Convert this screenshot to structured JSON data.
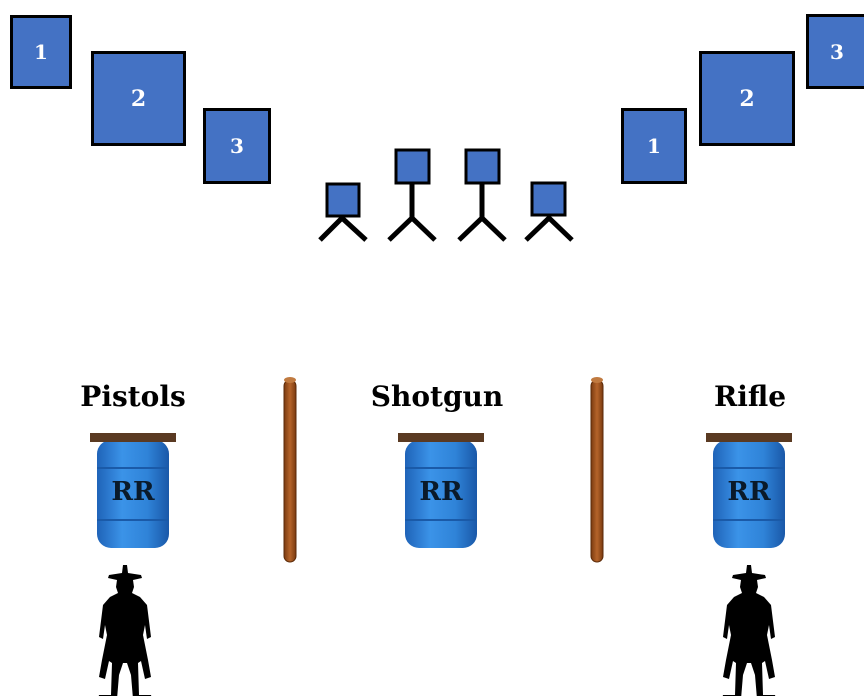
{
  "pistol_targets": [
    {
      "number": "1"
    },
    {
      "number": "2"
    },
    {
      "number": "3"
    }
  ],
  "rifle_targets": [
    {
      "number": "1"
    },
    {
      "number": "2"
    },
    {
      "number": "3"
    }
  ],
  "stations": [
    {
      "label": "Pistols",
      "barrel_mark": "RR"
    },
    {
      "label": "Shotgun",
      "barrel_mark": "RR"
    },
    {
      "label": "Rifle",
      "barrel_mark": "RR"
    }
  ],
  "colors": {
    "target_fill": "#4472c4",
    "barrel": "#2e7fd6",
    "post": "#a0521e",
    "barrel_lid": "#5a3a22"
  }
}
